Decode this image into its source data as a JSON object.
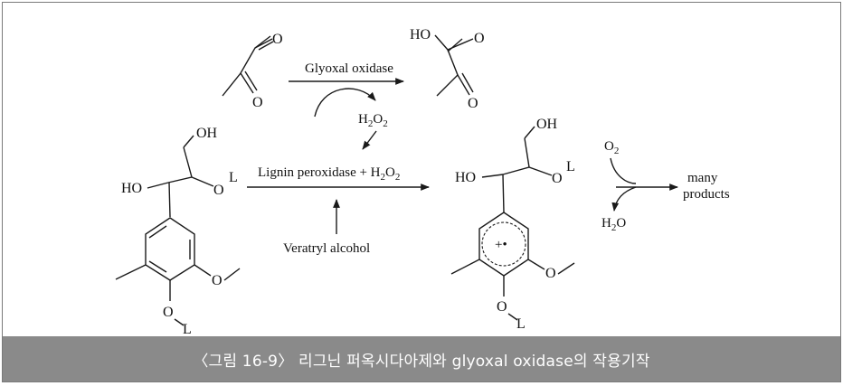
{
  "enzyme_top": "Glyoxal oxidase",
  "enzyme_main": "Lignin peroxidase + H",
  "enzyme_main_sub": "2",
  "enzyme_main_tail": "O",
  "enzyme_main_sub2": "2",
  "mediator": "Veratryl alcohol",
  "h2o2": {
    "main": "H",
    "sub1": "2",
    "mid": "O",
    "sub2": "2"
  },
  "o2": {
    "main": "O",
    "sub": "2"
  },
  "h2o": {
    "main": "H",
    "sub": "2",
    "tail": "O"
  },
  "products_line1": "many",
  "products_line2": "products",
  "radical_label": "+•",
  "atoms": {
    "O": "O",
    "HO": "HO",
    "OH": "OH",
    "L": "L"
  },
  "caption": "〈그림 16-9〉 리그닌 퍼옥시다아제와 glyoxal oxidase의 작용기작"
}
